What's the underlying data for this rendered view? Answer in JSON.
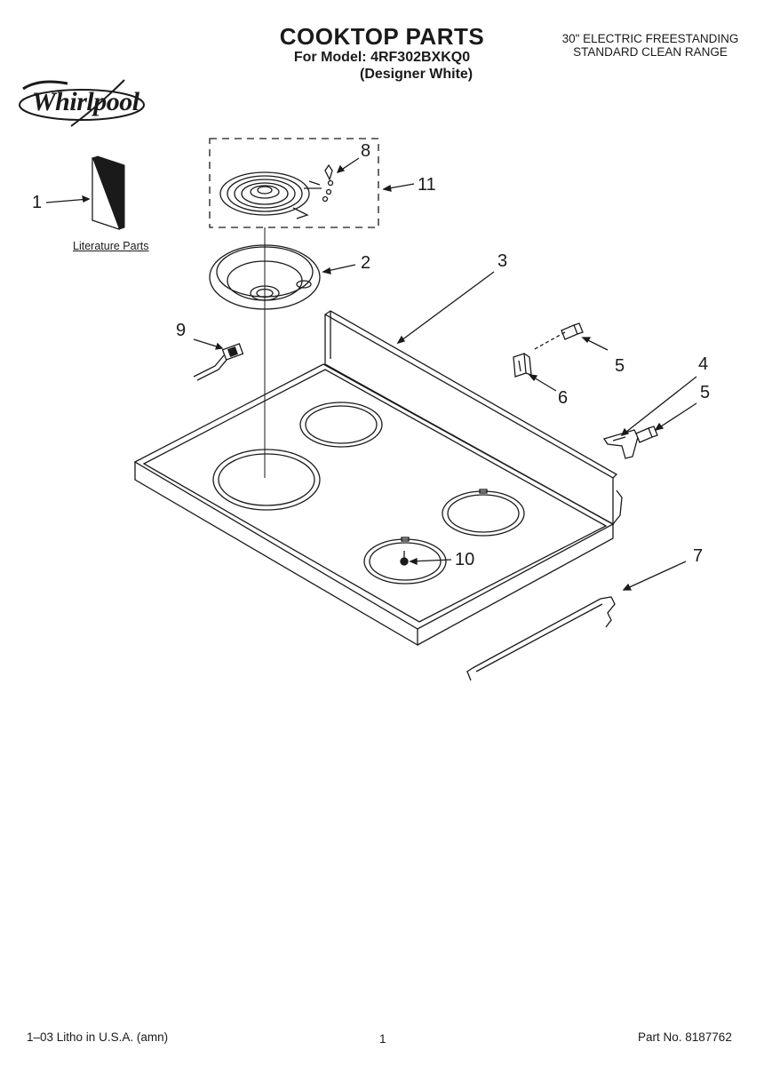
{
  "header": {
    "title": "COOKTOP PARTS",
    "model_line": "For Model: 4RF302BXKQ0",
    "variant": "(Designer White)",
    "range_line1": "30\" ELECTRIC FREESTANDING",
    "range_line2": "STANDARD CLEAN RANGE"
  },
  "brand": {
    "name": "Whirlpool"
  },
  "literature_label": "Literature Parts",
  "callouts": {
    "c1": "1",
    "c2": "2",
    "c3": "3",
    "c4": "4",
    "c5a": "5",
    "c5b": "5",
    "c6": "6",
    "c7": "7",
    "c8": "8",
    "c9": "9",
    "c10": "10",
    "c11": "11"
  },
  "footer": {
    "litho": "1–03 Litho in U.S.A. (amn)",
    "page": "1",
    "part_no": "Part No. 8187762"
  }
}
